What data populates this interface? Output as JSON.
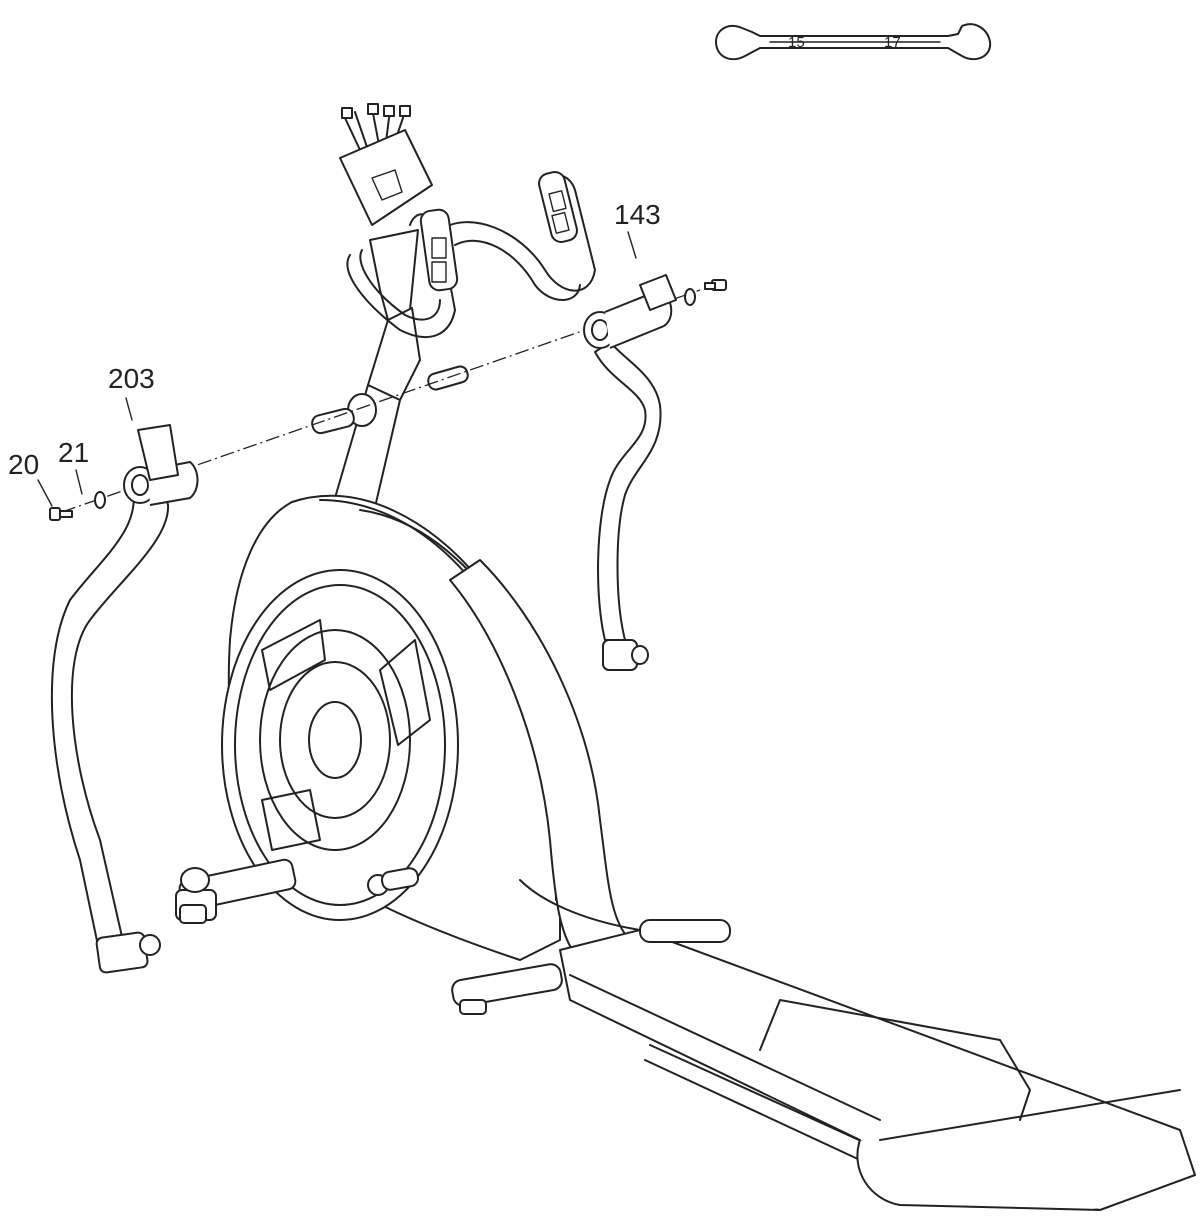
{
  "wrench": {
    "size_a": "15",
    "size_b": "17"
  },
  "parts": {
    "p20": "20",
    "p21": "21",
    "p203": "203",
    "p143": "143"
  }
}
